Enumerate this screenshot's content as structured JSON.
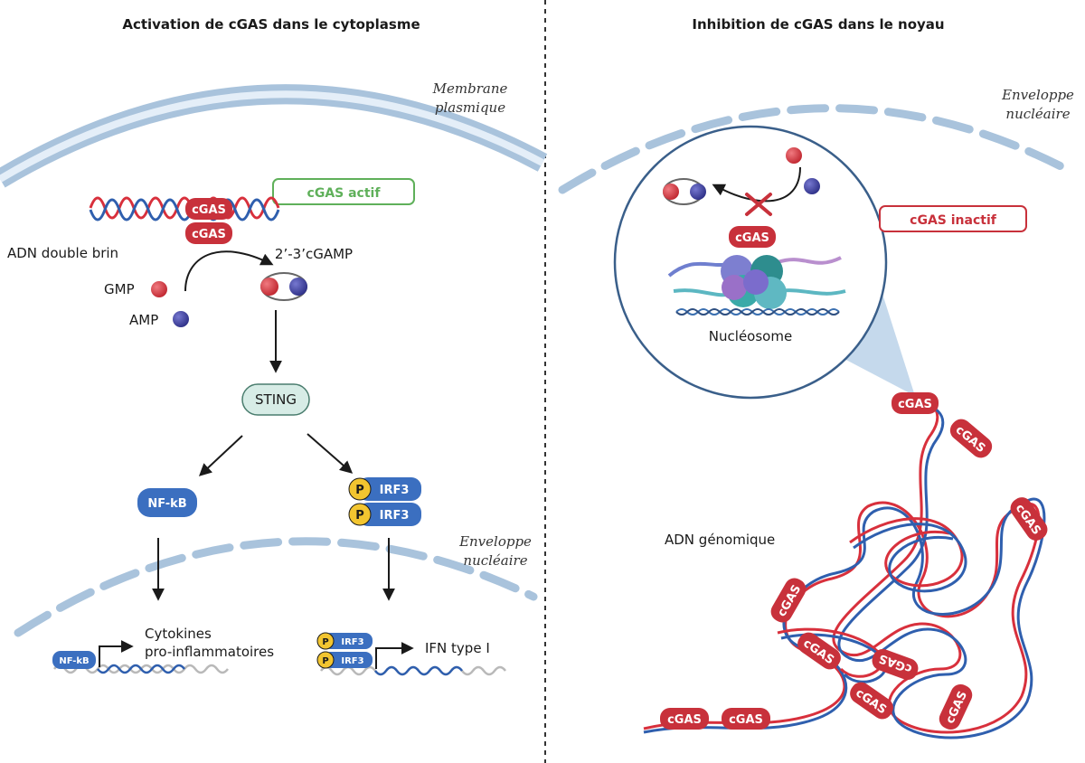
{
  "left": {
    "title": "Activation de cGAS dans le cytoplasme",
    "membrane_label_1": "Membrane",
    "membrane_label_2": "plasmique",
    "active_box": "cGAS actif",
    "cgas": "cGAS",
    "dna_label": "ADN double brin",
    "product": "2’-3’cGAMP",
    "gmp": "GMP",
    "amp": "AMP",
    "sting": "STING",
    "nfkb": "NF-kB",
    "p": "P",
    "irf3": "IRF3",
    "envelope_1": "Enveloppe",
    "envelope_2": "nucléaire",
    "cytokines_1": "Cytokines",
    "cytokines_2": "pro-inflammatoires",
    "ifn": "IFN type I"
  },
  "right": {
    "title": "Inhibition de cGAS dans le noyau",
    "envelope_1": "Enveloppe",
    "envelope_2": "nucléaire",
    "inactive_box": "cGAS inactif",
    "cgas": "cGAS",
    "nucleosome": "Nucléosome",
    "genomic": "ADN génomique"
  },
  "colors": {
    "cgas_red": "#c8313b",
    "dna_red": "#d8303c",
    "dna_blue": "#2f5fae",
    "amp_blue": "#3d3f9a",
    "irf_blue": "#3b6fc0",
    "phospho_yellow": "#f2c530",
    "sting_teal": "#d7ece6",
    "membrane": "#a9c3dc",
    "active_green": "#5fb05a",
    "inactive_red": "#c8313b"
  }
}
